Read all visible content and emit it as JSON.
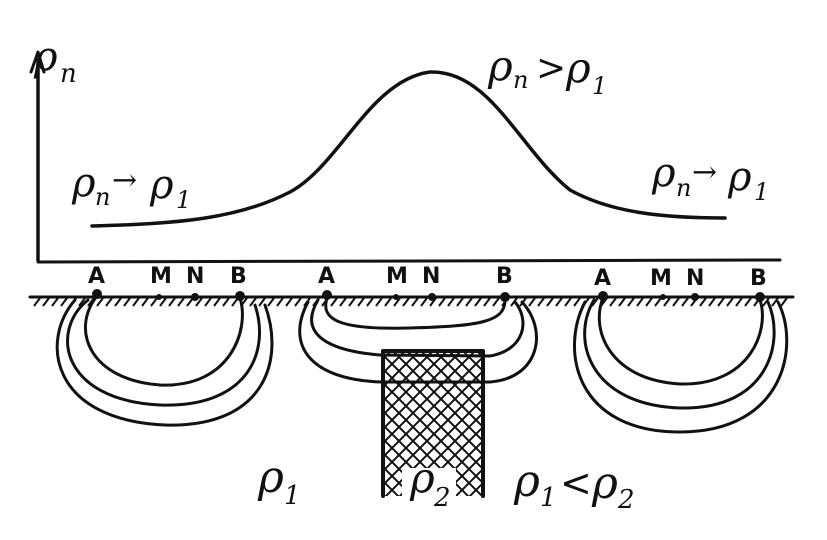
{
  "axis": {
    "y_label": "ρ",
    "y_label_sub": "п"
  },
  "annotations": {
    "left_rho": "ρ",
    "left_sub": "п",
    "left_arrow": "→",
    "left_rho1": "ρ",
    "left_rho1_sub": "1",
    "peak_rho": "ρ",
    "peak_sub": "п",
    "peak_gt": ">",
    "peak_rho1": "ρ",
    "peak_rho1_sub": "1",
    "right_rho": "ρ",
    "right_sub": "п",
    "right_arrow": "→",
    "right_rho1": "ρ",
    "right_rho1_sub": "1"
  },
  "electrodes": {
    "A": "A",
    "M": "M",
    "N": "N",
    "B": "B"
  },
  "media": {
    "host_rho": "ρ",
    "host_sub": "1",
    "body_rho": "ρ",
    "body_sub": "2",
    "relation_rho1": "ρ",
    "relation_rho1_sub": "1",
    "relation_lt": "<",
    "relation_rho2": "ρ",
    "relation_rho2_sub": "2"
  },
  "colors": {
    "ink": "#111111",
    "background": "#ffffff"
  }
}
